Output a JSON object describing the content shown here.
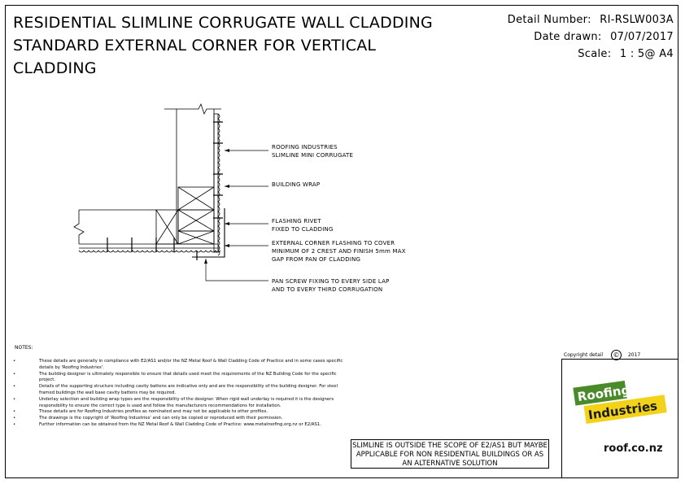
{
  "title": {
    "line1": "RESIDENTIAL SLIMLINE CORRUGATE WALL CLADDING",
    "line2": "STANDARD EXTERNAL CORNER FOR VERTICAL",
    "line3": "CLADDING"
  },
  "meta": {
    "detail_label": "Detail Number:",
    "detail_value": "RI-RSLW003A",
    "date_label": "Date drawn:",
    "date_value": "07/07/2017",
    "scale_label": "Scale:",
    "scale_value": "1 : 5@ A4"
  },
  "callouts": {
    "cladding_1": "ROOFING INDUSTRIES",
    "cladding_2": "SLIMLINE MINI CORRUGATE",
    "wrap": "BUILDING WRAP",
    "rivet_1": "FLASHING RIVET",
    "rivet_2": "FIXED TO CLADDING",
    "flashing_1": "EXTERNAL CORNER FLASHING TO COVER",
    "flashing_2": "MINIMUM OF 2 CREST AND FINISH 5mm MAX",
    "flashing_3": "GAP FROM PAN OF CLADDING",
    "screw_1": "PAN SCREW FIXING TO EVERY SIDE LAP",
    "screw_2": "AND TO EVERY THIRD CORRUGATION"
  },
  "notes": {
    "heading": "NOTES:",
    "items": [
      "These details are generally in compliance with E2/AS1 and/or the NZ Metal Roof & Wall Cladding Code of Practice and in some cases specific details by 'Roofing Industries'.",
      "The building designer is ultimately responsible to ensure that details used meet the requirements of the NZ Building Code for the specific project.",
      "Details of the supporting structure including cavity battens are indicative only and are the responsibility of the building designer. For steel framed buildings the wall base cavity battens may be required.",
      "Underlay selection and building wrap types are the responsibility of the designer. When rigid wall underlay is required it is the designers responsibility to ensure the correct type is used and follow the manufacturers recommendations for installation.",
      "These details are for Roofing Industries profiles as nominated and may not be applicable to other profiles.",
      "The drawings is the copyright of 'Roofing Industries' and can only be copied or reproduced with their permission.",
      "Further information can be obtained from the NZ Metal Roof & Wall Cladding Code of Practice: www.metalroofing.org.nz or E2/AS1."
    ]
  },
  "copyright": {
    "label": "Copyright detail",
    "symbol": "©",
    "year": "2017"
  },
  "scope_note": "SLIMLINE IS OUTSIDE THE SCOPE OF E2/AS1 BUT MAYBE APPLICABLE FOR NON RESIDENTIAL BUILDINGS OR AS AN ALTERNATIVE SOLUTION",
  "logo": {
    "word1": "Roofing",
    "word2": "Industries",
    "url": "roof.co.nz",
    "colors": {
      "green": "#4a8a2a",
      "yellow": "#f3d31a",
      "text": "#ffffff"
    }
  }
}
